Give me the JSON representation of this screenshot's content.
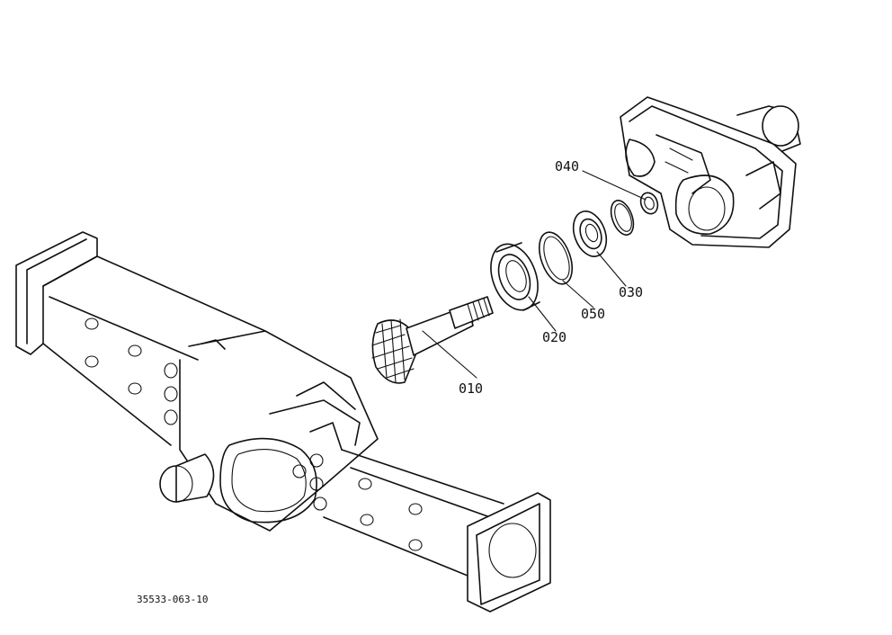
{
  "parts": [
    {
      "id": "010",
      "label": "010"
    },
    {
      "id": "020",
      "label": "020"
    },
    {
      "id": "030",
      "label": "030"
    },
    {
      "id": "040",
      "label": "040"
    },
    {
      "id": "050",
      "label": "050"
    }
  ],
  "drawing_number": "35533-063-10"
}
